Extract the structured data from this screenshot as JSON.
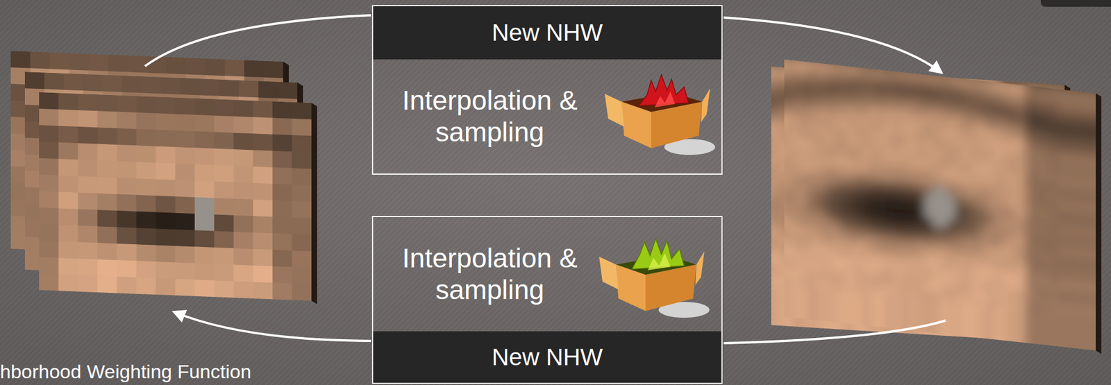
{
  "diagram": {
    "nodes": [
      {
        "text": [
          "New NHW",
          "Interpolation & sampling"
        ]
      },
      {
        "text": [
          "Interpolation & sampling",
          "New NHW"
        ]
      }
    ],
    "labels": [
      "hborhood Weighting Function"
    ]
  }
}
